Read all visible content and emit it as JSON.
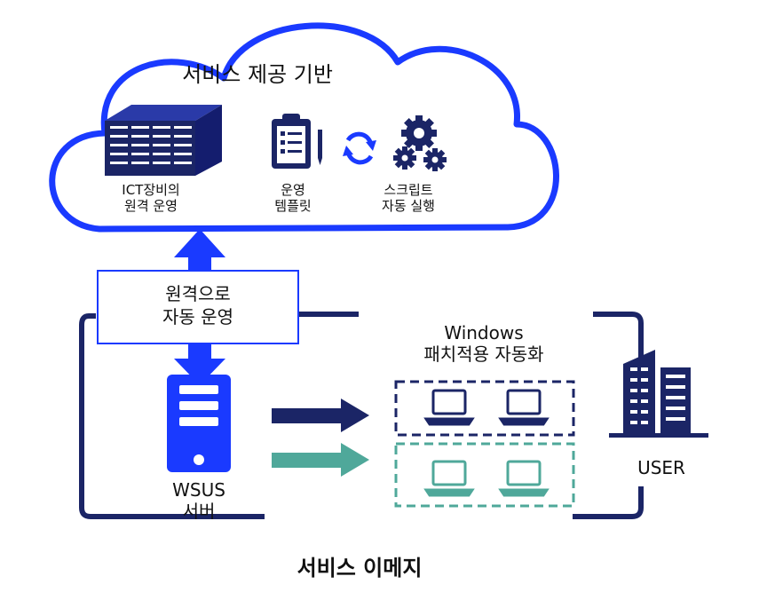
{
  "cloud": {
    "title": "서비스 제공 기반",
    "items": [
      {
        "label": "ICT장비의\n원격 운영",
        "icon": "server-rack-icon"
      },
      {
        "label": "운영\n템플릿",
        "icon": "clipboard-template-icon"
      },
      {
        "label": "스크립트\n자동 실행",
        "icon": "gears-icon"
      }
    ],
    "sync_icon": "sync-arrows-icon"
  },
  "remote_box": {
    "label": "원격으로\n자동 운영"
  },
  "server": {
    "label": "WSUS\n서버",
    "icon": "server-tower-icon"
  },
  "patch": {
    "label": "Windows\n패치적용 자동화",
    "icon": "laptop-icon"
  },
  "user": {
    "label": "USER",
    "icon": "office-building-icon"
  },
  "caption": "서비스 이메지",
  "colors": {
    "primary": "#1a3aff",
    "navy": "#1b2566",
    "teal": "#4fa89a"
  }
}
